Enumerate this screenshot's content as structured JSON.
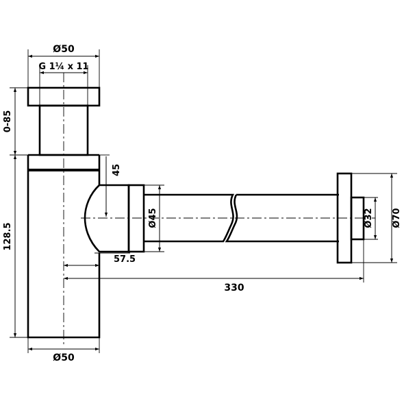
{
  "dimensions": {
    "top_diameter": "Ø50",
    "thread": "G 1¼ x 11",
    "height_adjust": "0-85",
    "body_height": "128.5",
    "elbow_drop": "45",
    "outlet_diameter": "Ø45",
    "outlet_offset": "57.5",
    "total_length": "330",
    "bottom_diameter": "Ø50",
    "wall_pipe_diameter": "Ø32",
    "rosette_diameter": "Ø70"
  }
}
